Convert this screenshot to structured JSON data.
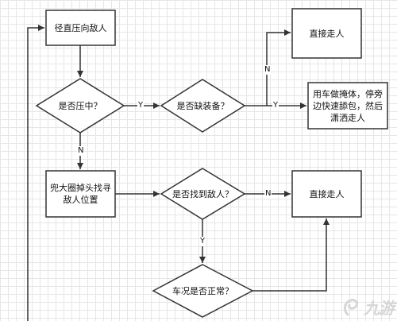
{
  "nodes": {
    "approach_enemy": "径直压向敌人",
    "is_suppressed": "是否压中？",
    "lack_equipment": "是否缺装备？",
    "leave_directly_top": "直接走人",
    "take_cover": "用车做掩体，停旁边快速舔包，然后潇洒走人",
    "circle_search": "兜大圈掉头找寻敌人位置",
    "found_enemy": "是否找到敌人？",
    "leave_directly_mid": "直接走人",
    "vehicle_ok": "车况是否正常？"
  },
  "labels": {
    "yes": "Y",
    "no": "N"
  },
  "watermark": {
    "brand": "九游",
    "icon": "jiuyou-logo-icon"
  },
  "colors": {
    "stroke": "#333333",
    "grid": "#e6e6e6",
    "watermark": "#d6d6d6"
  }
}
